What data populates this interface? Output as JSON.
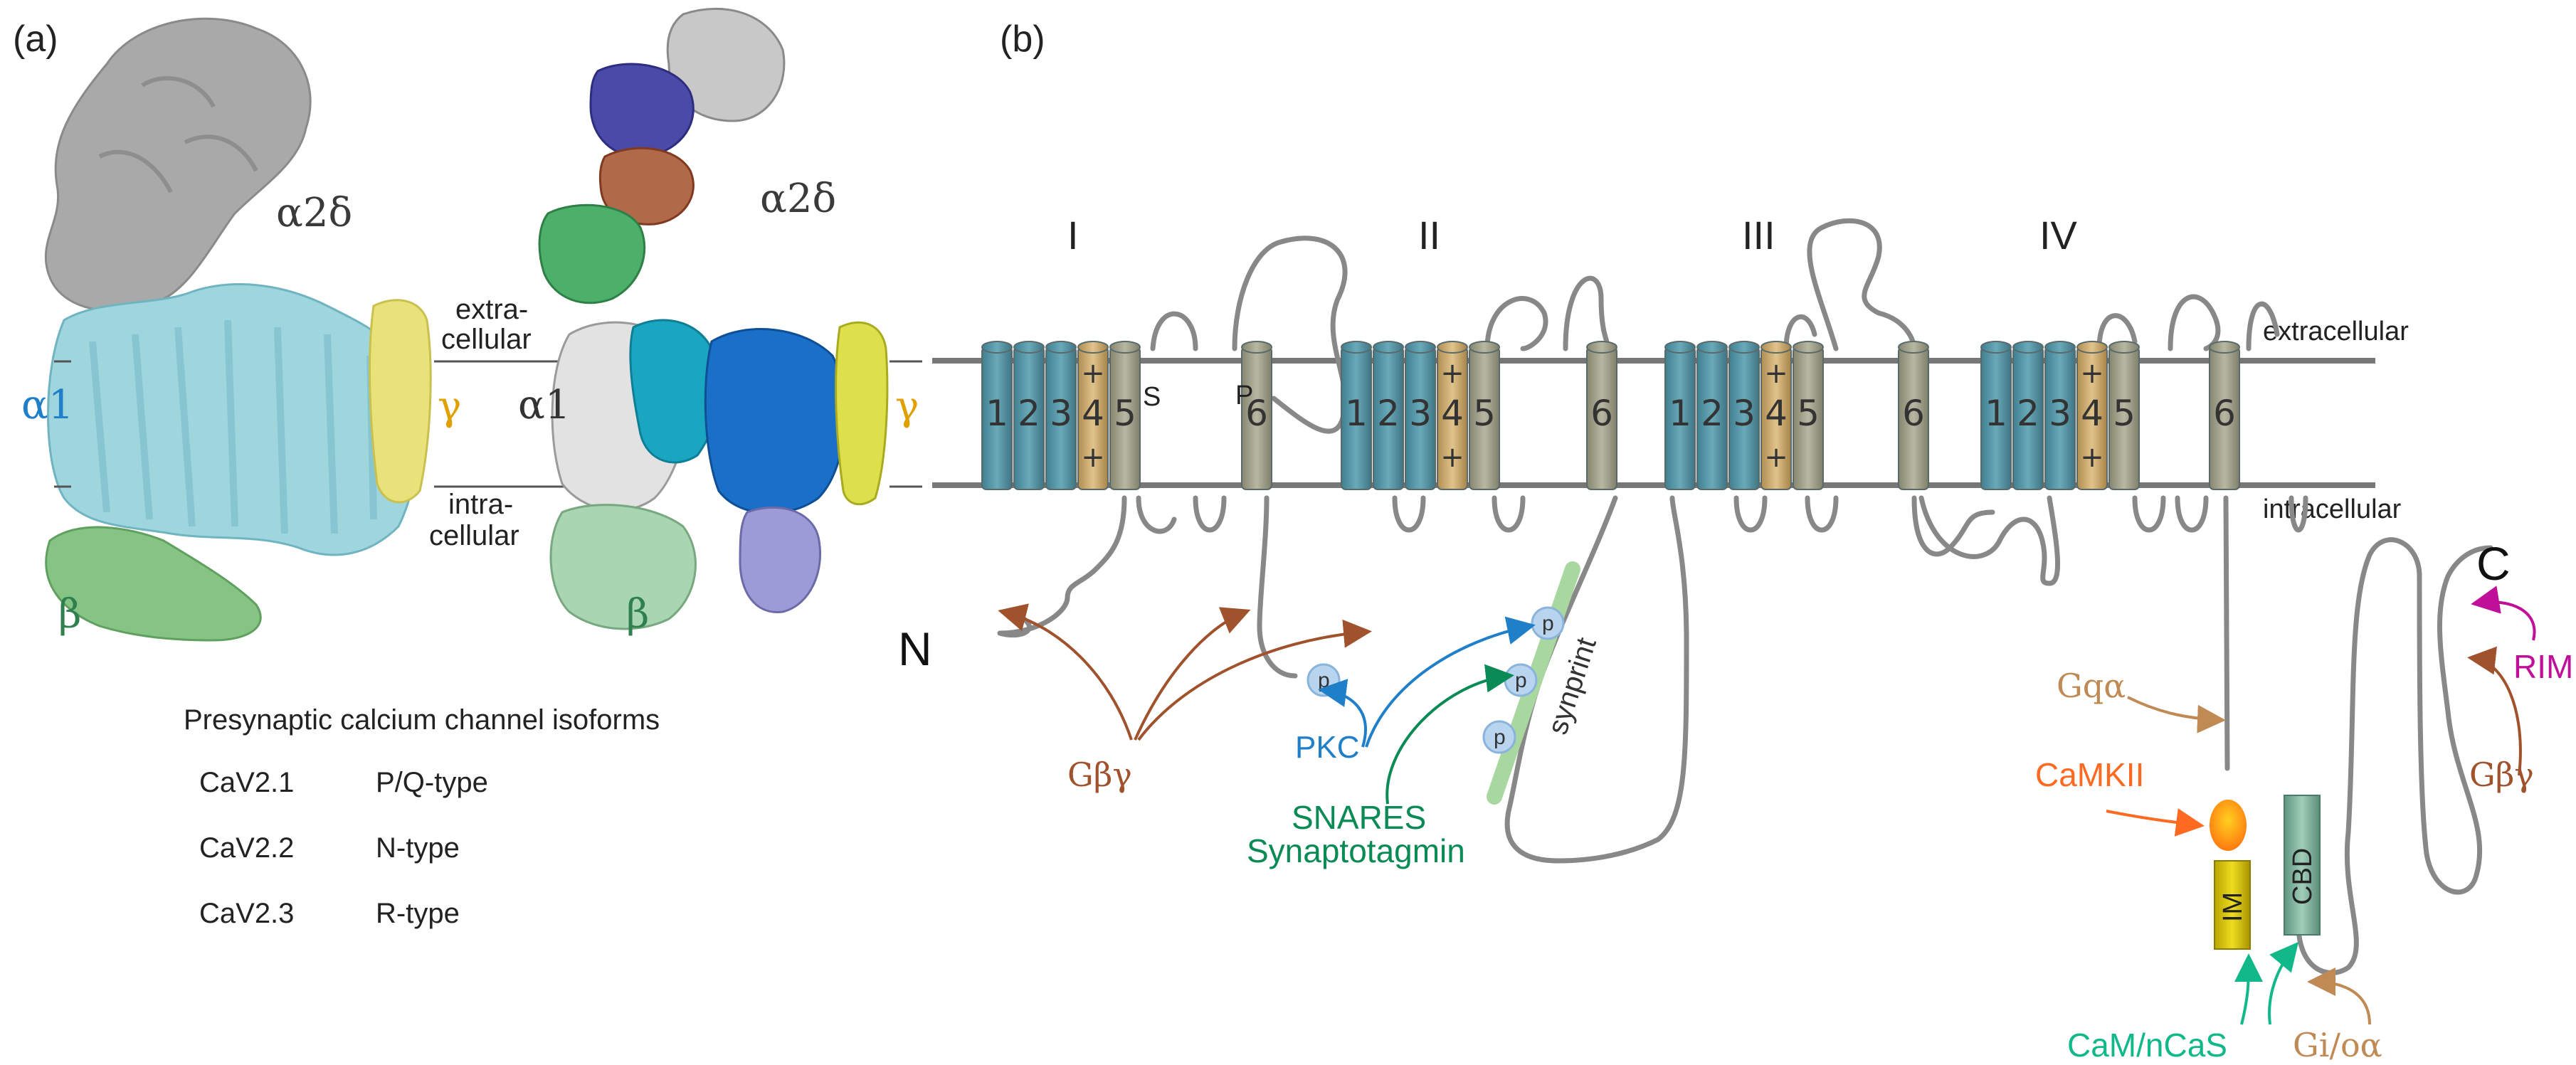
{
  "panel_a": {
    "label": "(a)",
    "left_map": {
      "alpha2delta": "α2δ",
      "alpha1": "α1",
      "gamma": "γ",
      "beta": "β"
    },
    "membrane": {
      "extra": [
        "extra-",
        "cellular"
      ],
      "intra": [
        "intra-",
        "cellular"
      ]
    },
    "right_model": {
      "alpha2delta": "α2δ",
      "alpha1": "α1",
      "gamma": "γ",
      "beta": "β"
    },
    "isoforms": {
      "title": "Presynaptic calcium channel isoforms",
      "rows": [
        {
          "name": "CaV2.1",
          "type": "P/Q-type"
        },
        {
          "name": "CaV2.2",
          "type": "N-type"
        },
        {
          "name": "CaV2.3",
          "type": "R-type"
        }
      ]
    }
  },
  "panel_b": {
    "label": "(b)",
    "domains": [
      "I",
      "II",
      "III",
      "IV"
    ],
    "extracellular": "extracellular",
    "intracellular": "intracellular",
    "segments": [
      "1",
      "2",
      "3",
      "4",
      "5",
      "6"
    ],
    "s_label": "S",
    "p_label": "P",
    "plus": "+",
    "n_term": "N",
    "c_term": "C",
    "phospho": "p",
    "synprint": "synprint",
    "im": "IM",
    "cbd": "CBD",
    "regulators": {
      "gby_left": "Gβγ",
      "pkc": "PKC",
      "snares": "SNARES",
      "synaptotagmin": "Synaptotagmin",
      "gqa": "Gqα",
      "camkii": "CaMKII",
      "cam": "CaM/nCaS",
      "gioa": "Gi/oα",
      "rim": "RIM",
      "gby_right": "Gβγ"
    },
    "colors": {
      "segment_teal": "#4f8f9f",
      "segment_s4": "#c9a76b",
      "segment_gray": "#9a9a84",
      "membrane": "#777777",
      "loop": "#888888",
      "gby": "#a0522d",
      "pkc": "#1f7fc8",
      "snares": "#0a8a55",
      "gqa": "#c08a55",
      "camkii": "#ff6a20",
      "cam": "#10b88a",
      "rim": "#c0109a",
      "synprint_bar": "#a8d8a0",
      "phospho_fill": "#b8d4ee",
      "im_fill": "#d8c400",
      "cbd_fill": "#7fb59f"
    }
  }
}
